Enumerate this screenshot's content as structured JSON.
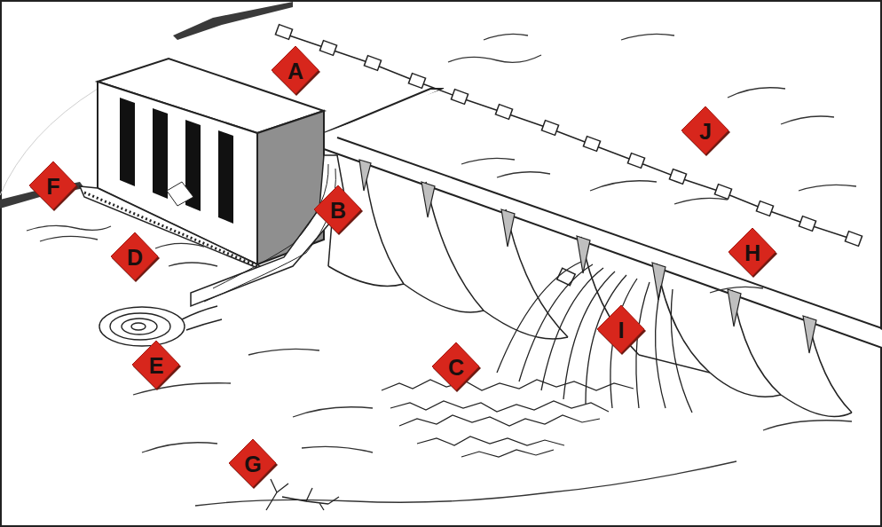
{
  "diagram": {
    "nodes": [
      {
        "text": [
          "A"
        ]
      },
      {
        "text": [
          "J"
        ]
      },
      {
        "text": [
          "F"
        ]
      },
      {
        "text": [
          "B"
        ]
      },
      {
        "text": [
          "D"
        ]
      },
      {
        "text": [
          "H"
        ]
      },
      {
        "text": [
          "I"
        ]
      },
      {
        "text": [
          "E"
        ]
      },
      {
        "text": [
          "C"
        ]
      },
      {
        "text": [
          "G"
        ]
      }
    ]
  }
}
